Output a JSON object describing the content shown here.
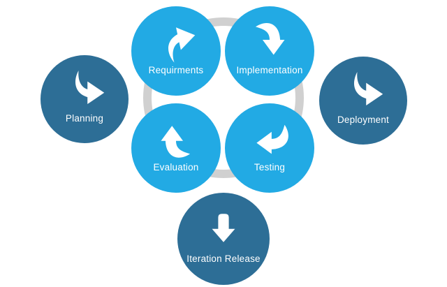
{
  "diagram": {
    "type": "iterative-development-cycle",
    "background": "#ffffff",
    "colors": {
      "light_blue": "#22aae4",
      "dark_blue": "#2d6e96",
      "ring_gray": "#d0d0d0",
      "arrow_white": "#ffffff",
      "label_white": "#ffffff"
    },
    "nodes": [
      {
        "id": "planning",
        "label": "Planning",
        "color": "dark_blue",
        "icon": "curved-arrow-right-icon"
      },
      {
        "id": "requirments",
        "label": "Requirments",
        "color": "light_blue",
        "icon": "curved-arrow-up-right-icon"
      },
      {
        "id": "implementation",
        "label": "Implementation",
        "color": "light_blue",
        "icon": "curved-arrow-down-icon"
      },
      {
        "id": "deployment",
        "label": "Deployment",
        "color": "dark_blue",
        "icon": "curved-arrow-right-icon"
      },
      {
        "id": "evaluation",
        "label": "Evaluation",
        "color": "light_blue",
        "icon": "curved-arrow-up-icon"
      },
      {
        "id": "testing",
        "label": "Testing",
        "color": "light_blue",
        "icon": "curved-arrow-left-icon"
      },
      {
        "id": "iteration_release",
        "label": "Iteration Release",
        "color": "dark_blue",
        "icon": "arrow-down-icon"
      }
    ]
  }
}
